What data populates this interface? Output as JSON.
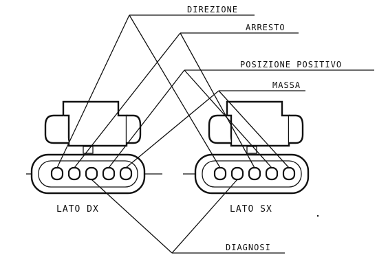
{
  "labels": {
    "direzione": "DIREZIONE",
    "arresto": "ARRESTO",
    "posizione_positivo": "POSIZIONE POSITIVO",
    "massa": "MASSA",
    "diagnosi": "DIAGNOSI"
  },
  "connectors": {
    "right_side": "LATO DX",
    "left_side": "LATO SX"
  }
}
